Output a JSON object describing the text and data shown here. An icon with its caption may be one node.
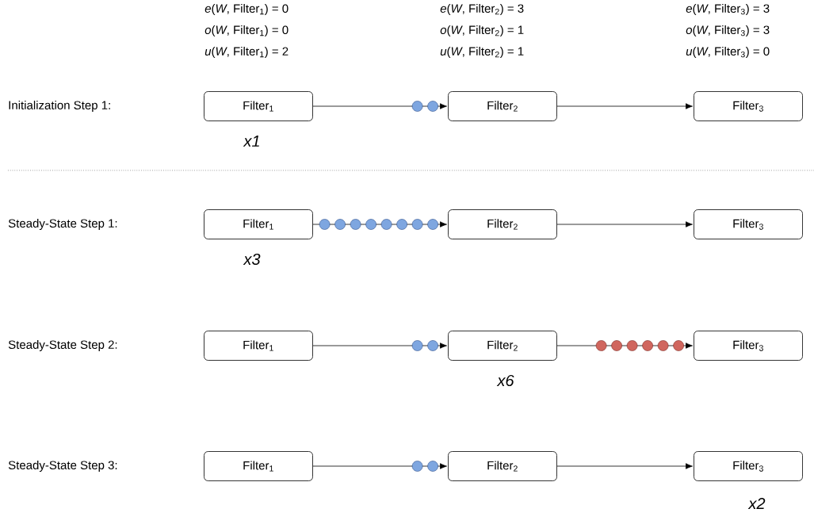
{
  "diagram": {
    "nodes": [
      {
        "text": [
          "Filter$_{1}$"
        ],
        "beside": [
          "x1"
        ]
      },
      {
        "text": [
          "Filter$_{2}$"
        ]
      },
      {
        "text": [
          "Filter$_{3}$"
        ]
      },
      {
        "text": [
          "Filter$_{1}$"
        ],
        "beside": [
          "x3"
        ]
      },
      {
        "text": [
          "Filter$_{2}$"
        ]
      },
      {
        "text": [
          "Filter$_{3}$"
        ]
      },
      {
        "text": [
          "Filter$_{1}$"
        ]
      },
      {
        "text": [
          "Filter$_{2}$"
        ],
        "beside": [
          "x6"
        ]
      },
      {
        "text": [
          "Filter$_{3}$"
        ]
      },
      {
        "text": [
          "Filter$_{1}$"
        ]
      },
      {
        "text": [
          "Filter$_{2}$"
        ]
      },
      {
        "text": [
          "Filter$_{3}$"
        ],
        "beside": [
          "x2"
        ]
      }
    ],
    "edges": [
      {
        "from": 0,
        "to": 1,
        "arrow": "to"
      },
      {
        "from": 1,
        "to": 2,
        "arrow": "to"
      },
      {
        "from": 3,
        "to": 4,
        "arrow": "to"
      },
      {
        "from": 4,
        "to": 5,
        "arrow": "to"
      },
      {
        "from": 6,
        "to": 7,
        "arrow": "to"
      },
      {
        "from": 7,
        "to": 8,
        "arrow": "to"
      },
      {
        "from": 9,
        "to": 10,
        "arrow": "to"
      },
      {
        "from": 10,
        "to": 11,
        "arrow": "to"
      }
    ],
    "labels": [
      "*e*(*W*, Filter$_{1}$) = 0",
      "*e*(*W*, Filter$_{2}$) = 3",
      "*e*(*W*, Filter$_{3}$) = 3",
      "*o*(*W*, Filter$_{1}$) = 0",
      "*o*(*W*, Filter$_{2}$) = 1",
      "*o*(*W*, Filter$_{3}$) = 3",
      "*u*(*W*, Filter$_{1}$) = 2",
      "*u*(*W*, Filter$_{2}$) = 1",
      "*u*(*W*, Filter$_{3}$) = 0",
      "Initialization Step 1:",
      "Steady-State Step 1:",
      "Steady-State Step 2:",
      "Steady-State Step 3:"
    ]
  }
}
